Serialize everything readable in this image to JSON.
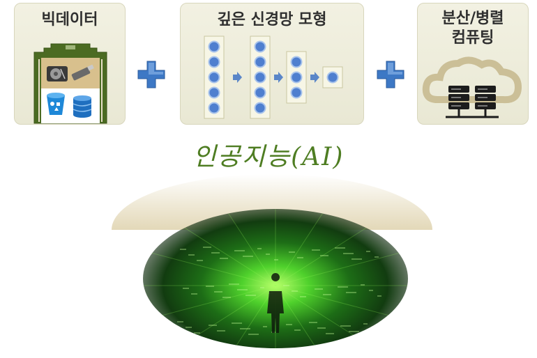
{
  "panels": {
    "bigdata": {
      "title": "빅데이터"
    },
    "dnn": {
      "title": "깊은 신경망 모형"
    },
    "distributed": {
      "title_line1": "분산/병렬",
      "title_line2": "컴퓨팅"
    }
  },
  "ai_label": "인공지능(AI)",
  "colors": {
    "panel_bg": "#efeedd",
    "neuron": "#4f7fcf",
    "plus": "#3d78c5",
    "ai_text": "#4e7d22",
    "tunnel_glow": "#4fd12c"
  },
  "network_layers": [
    5,
    5,
    3,
    1
  ]
}
